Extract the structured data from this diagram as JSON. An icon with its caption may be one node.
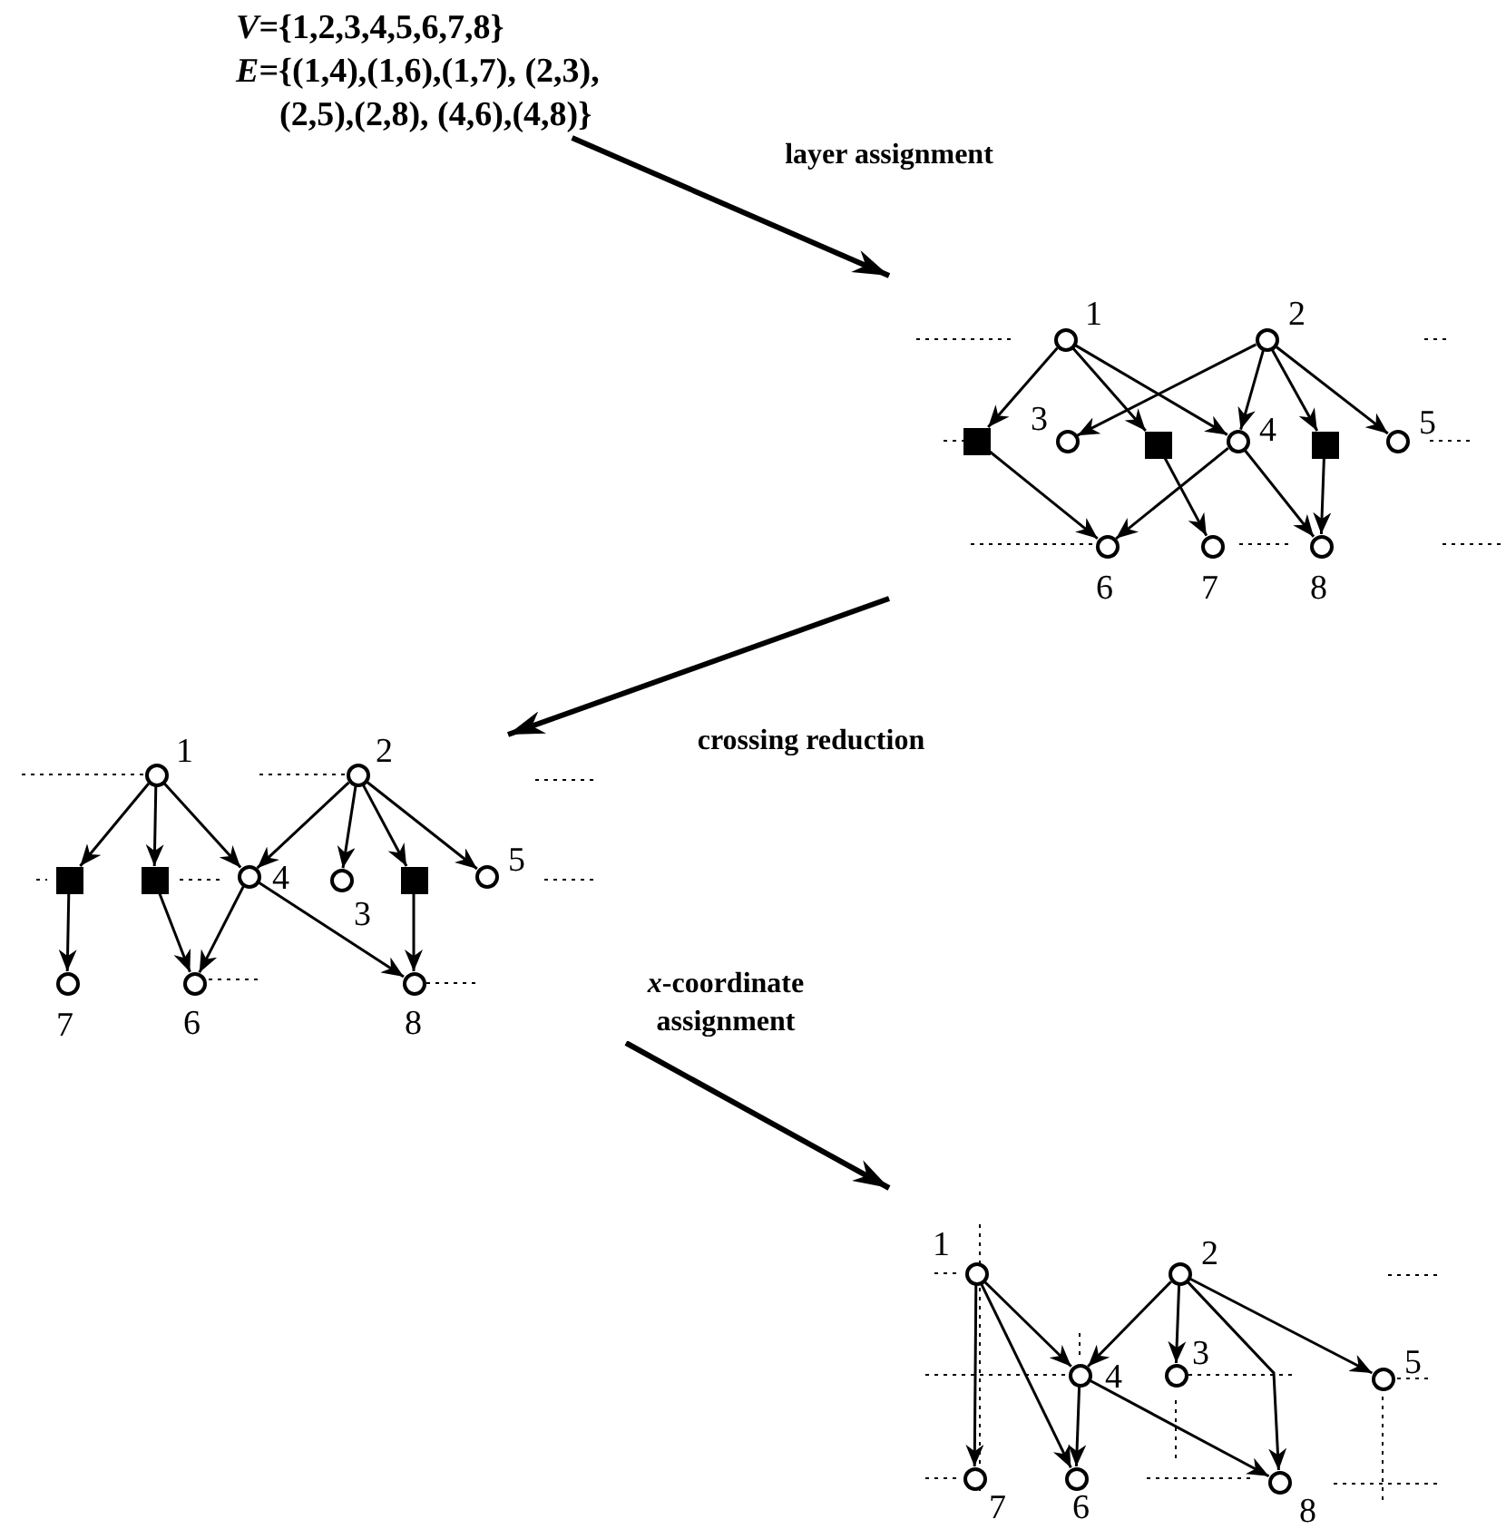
{
  "diagram": {
    "nodes": [
      {
        "text": [
          "*V*={1,2,3,4,5,6,7,8}",
          "*E*={(1,4),(1,6),(1,7), (2,3),(2,5),(2,8), (4,6),(4,8)}"
        ]
      },
      {
        "text": [],
        "shape": "circle",
        "beside": [
          "1"
        ]
      },
      {
        "text": [],
        "shape": "circle",
        "beside": [
          "2"
        ]
      },
      {
        "text": [],
        "shape": "box"
      },
      {
        "text": [],
        "shape": "circle",
        "beside": [
          "3"
        ]
      },
      {
        "text": [],
        "shape": "box"
      },
      {
        "text": [],
        "shape": "circle",
        "beside": [
          "4"
        ]
      },
      {
        "text": [],
        "shape": "box"
      },
      {
        "text": [],
        "shape": "circle",
        "beside": [
          "5"
        ]
      },
      {
        "text": [],
        "shape": "circle",
        "beside": [
          "6"
        ]
      },
      {
        "text": [],
        "shape": "circle",
        "beside": [
          "7"
        ]
      },
      {
        "text": [],
        "shape": "circle",
        "beside": [
          "8"
        ]
      },
      {
        "text": [],
        "shape": "circle",
        "beside": [
          "1"
        ]
      },
      {
        "text": [],
        "shape": "circle",
        "beside": [
          "2"
        ]
      },
      {
        "text": [],
        "shape": "box"
      },
      {
        "text": [],
        "shape": "box"
      },
      {
        "text": [],
        "shape": "circle",
        "beside": [
          "4"
        ]
      },
      {
        "text": [],
        "shape": "circle",
        "beside": [
          "3"
        ]
      },
      {
        "text": [],
        "shape": "box"
      },
      {
        "text": [],
        "shape": "circle",
        "beside": [
          "5"
        ]
      },
      {
        "text": [],
        "shape": "circle",
        "beside": [
          "7"
        ]
      },
      {
        "text": [],
        "shape": "circle",
        "beside": [
          "6"
        ]
      },
      {
        "text": [],
        "shape": "circle",
        "beside": [
          "8"
        ]
      },
      {
        "text": [],
        "shape": "circle",
        "beside": [
          "1"
        ]
      },
      {
        "text": [],
        "shape": "circle",
        "beside": [
          "2"
        ]
      },
      {
        "text": [],
        "shape": "circle",
        "beside": [
          "4"
        ]
      },
      {
        "text": [],
        "shape": "circle",
        "beside": [
          "3"
        ]
      },
      {
        "text": [],
        "shape": "circle",
        "beside": [
          "5"
        ]
      },
      {
        "text": [],
        "shape": "circle",
        "beside": [
          "7"
        ]
      },
      {
        "text": [],
        "shape": "circle",
        "beside": [
          "6"
        ]
      },
      {
        "text": [],
        "shape": "circle",
        "beside": [
          "8"
        ]
      }
    ],
    "edges": [
      {
        "from": 0,
        "to": null,
        "arrow": "to",
        "label": "layer assignment",
        "style": "thick"
      },
      {
        "from": 1,
        "to": 3,
        "arrow": "to"
      },
      {
        "from": 1,
        "to": 5,
        "arrow": "to"
      },
      {
        "from": 1,
        "to": 6,
        "arrow": "to"
      },
      {
        "from": 2,
        "to": 4,
        "arrow": "to"
      },
      {
        "from": 2,
        "to": 6,
        "arrow": "to"
      },
      {
        "from": 2,
        "to": 7,
        "arrow": "to"
      },
      {
        "from": 2,
        "to": 8,
        "arrow": "to"
      },
      {
        "from": 3,
        "to": 9,
        "arrow": "to"
      },
      {
        "from": 5,
        "to": 10,
        "arrow": "to"
      },
      {
        "from": 6,
        "to": 9,
        "arrow": "to"
      },
      {
        "from": 6,
        "to": 11,
        "arrow": "to"
      },
      {
        "from": 7,
        "to": 11,
        "arrow": "to"
      },
      {
        "from": 12,
        "to": 14,
        "arrow": "to"
      },
      {
        "from": 12,
        "to": 15,
        "arrow": "to"
      },
      {
        "from": 12,
        "to": 16,
        "arrow": "to"
      },
      {
        "from": 13,
        "to": 16,
        "arrow": "to"
      },
      {
        "from": 13,
        "to": 17,
        "arrow": "to"
      },
      {
        "from": 13,
        "to": 18,
        "arrow": "to"
      },
      {
        "from": 13,
        "to": 19,
        "arrow": "to"
      },
      {
        "from": 14,
        "to": 20,
        "arrow": "to"
      },
      {
        "from": 15,
        "to": 21,
        "arrow": "to"
      },
      {
        "from": 16,
        "to": 21,
        "arrow": "to"
      },
      {
        "from": 16,
        "to": 22,
        "arrow": "to"
      },
      {
        "from": 18,
        "to": 22,
        "arrow": "to"
      },
      {
        "from": 23,
        "to": 28,
        "arrow": "to"
      },
      {
        "from": 23,
        "to": 25,
        "arrow": "to"
      },
      {
        "from": 23,
        "to": 29,
        "arrow": "to"
      },
      {
        "from": 24,
        "to": 25,
        "arrow": "to"
      },
      {
        "from": 24,
        "to": 26,
        "arrow": "to"
      },
      {
        "from": 24,
        "to": 27,
        "arrow": "to"
      },
      {
        "from": 24,
        "to": 30,
        "arrow": "to"
      },
      {
        "from": 25,
        "to": 29,
        "arrow": "to"
      },
      {
        "from": 25,
        "to": 30,
        "arrow": "to"
      }
    ],
    "labels": [
      "crossing reduction",
      "*x*-coordinate assignment"
    ]
  }
}
